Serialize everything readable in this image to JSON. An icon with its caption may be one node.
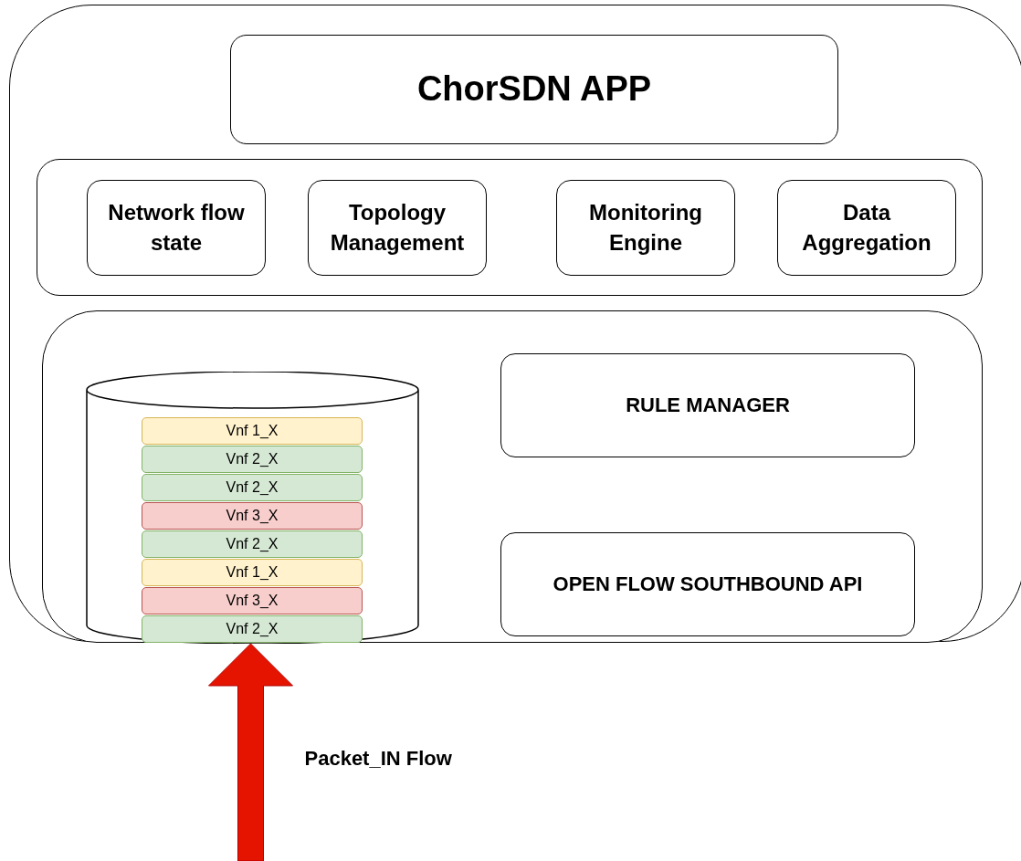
{
  "diagram": {
    "nodes": [
      {
        "text": [],
        "shape": "box"
      },
      {
        "text": [
          "ChorSDN APP"
        ],
        "in": 0
      },
      {
        "text": [],
        "shape": "box",
        "in": 0
      },
      {
        "text": [
          "Network flow state"
        ],
        "in": 2
      },
      {
        "text": [
          "Topology Management"
        ],
        "in": 2
      },
      {
        "text": [
          "Monitoring Engine"
        ],
        "in": 2
      },
      {
        "text": [
          "Data Aggregation"
        ],
        "in": 2
      },
      {
        "text": [],
        "shape": "box",
        "in": 0
      },
      {
        "text": [],
        "shape": "cylinder",
        "in": 7
      },
      {
        "text": [
          "Vnf 1_X"
        ],
        "in": 8
      },
      {
        "text": [
          "Vnf 2_X"
        ],
        "in": 8
      },
      {
        "text": [
          "Vnf 2_X"
        ],
        "in": 8
      },
      {
        "text": [
          "Vnf 3_X"
        ],
        "in": 8
      },
      {
        "text": [
          "Vnf 2_X"
        ],
        "in": 8
      },
      {
        "text": [
          "Vnf 1_X"
        ],
        "in": 8
      },
      {
        "text": [
          "Vnf 3_X"
        ],
        "in": 8
      },
      {
        "text": [
          "Vnf 2_X"
        ],
        "in": 8
      },
      {
        "text": [
          "RULE MANAGER"
        ],
        "in": 7
      },
      {
        "text": [
          "OPEN FLOW SOUTHBOUND API"
        ],
        "in": 7
      }
    ],
    "edges": [
      {
        "from": null,
        "to": 8,
        "arrow": "to",
        "label": "Packet_IN Flow",
        "style": "thick",
        "color": "#e51400"
      }
    ]
  }
}
